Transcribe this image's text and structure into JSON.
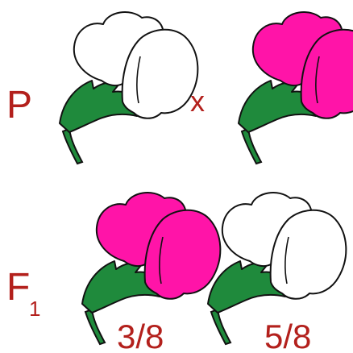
{
  "labels": {
    "parent": "P",
    "cross": "x",
    "filial_letter": "F",
    "filial_subscript": "1",
    "ratio_pink": "3/8",
    "ratio_white": "5/8"
  },
  "colors": {
    "text": "#b3201c",
    "pink": "#ff14a8",
    "white": "#ffffff",
    "green": "#1f8a3c",
    "outline": "#111111"
  },
  "flowers": [
    {
      "generation": "P",
      "petal_color": "white"
    },
    {
      "generation": "P",
      "petal_color": "pink"
    },
    {
      "generation": "F1",
      "petal_color": "pink"
    },
    {
      "generation": "F1",
      "petal_color": "white"
    }
  ]
}
